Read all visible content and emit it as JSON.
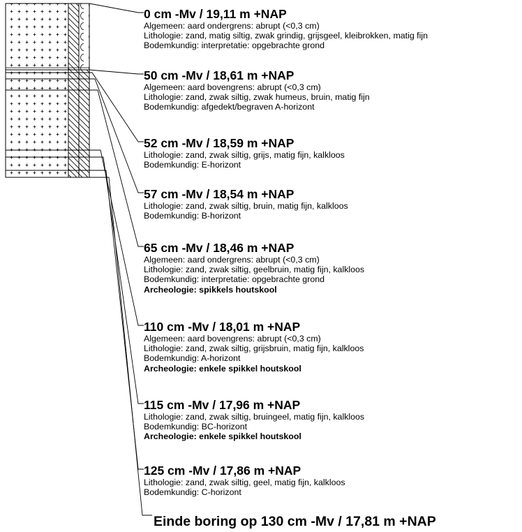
{
  "layers": [
    {
      "heading": "0 cm -Mv / 19,11 m +NAP",
      "lines": [
        {
          "text": "Algemeen: aard ondergrens: abrupt (<0,3 cm)",
          "bold": false
        },
        {
          "text": "Lithologie: zand, matig siltig, zwak grindig, grijsgeel, kleibrokken, matig fijn",
          "bold": false
        },
        {
          "text": "Bodemkundig: interpretatie: opgebrachte grond",
          "bold": false
        }
      ]
    },
    {
      "heading": "50 cm -Mv / 18,61 m +NAP",
      "lines": [
        {
          "text": "Algemeen: aard bovengrens: abrupt (<0,3 cm)",
          "bold": false
        },
        {
          "text": "Lithologie: zand, zwak siltig, zwak humeus, bruin, matig fijn",
          "bold": false
        },
        {
          "text": "Bodemkundig: afgedekt/begraven A-horizont",
          "bold": false
        }
      ]
    },
    {
      "heading": "52 cm -Mv / 18,59 m +NAP",
      "lines": [
        {
          "text": "Lithologie: zand, zwak siltig, grijs, matig fijn, kalkloos",
          "bold": false
        },
        {
          "text": "Bodemkundig: E-horizont",
          "bold": false
        }
      ]
    },
    {
      "heading": "57 cm -Mv / 18,54 m +NAP",
      "lines": [
        {
          "text": "Lithologie: zand, zwak siltig, bruin, matig fijn, kalkloos",
          "bold": false
        },
        {
          "text": "Bodemkundig: B-horizont",
          "bold": false
        }
      ]
    },
    {
      "heading": "65 cm -Mv / 18,46 m +NAP",
      "lines": [
        {
          "text": "Algemeen: aard ondergrens: abrupt (<0,3 cm)",
          "bold": false
        },
        {
          "text": "Lithologie: zand, zwak siltig, geelbruin, matig fijn, kalkloos",
          "bold": false
        },
        {
          "text": "Bodemkundig: interpretatie: opgebrachte grond",
          "bold": false
        },
        {
          "text": "Archeologie: spikkels houtskool",
          "bold": true
        }
      ]
    },
    {
      "heading": "110 cm -Mv / 18,01 m +NAP",
      "lines": [
        {
          "text": "Algemeen: aard bovengrens: abrupt (<0,3 cm)",
          "bold": false
        },
        {
          "text": "Lithologie: zand, zwak siltig, grijsbruin, matig fijn, kalkloos",
          "bold": false
        },
        {
          "text": "Bodemkundig: A-horizont",
          "bold": false
        },
        {
          "text": "Archeologie: enkele spikkel houtskool",
          "bold": true
        }
      ]
    },
    {
      "heading": "115 cm -Mv / 17,96 m +NAP",
      "lines": [
        {
          "text": "Lithologie: zand, zwak siltig, bruingeel, matig fijn, kalkloos",
          "bold": false
        },
        {
          "text": "Bodemkundig: BC-horizont",
          "bold": false
        },
        {
          "text": "Archeologie: enkele spikkel houtskool",
          "bold": true
        }
      ]
    },
    {
      "heading": "125 cm -Mv / 17,86 m +NAP",
      "lines": [
        {
          "text": "Lithologie: zand, zwak siltig, geel, matig fijn, kalkloos",
          "bold": false
        },
        {
          "text": "Bodemkundig: C-horizont",
          "bold": false
        }
      ]
    }
  ],
  "einde": "Einde boring op 130 cm -Mv / 17,81 m +NAP"
}
